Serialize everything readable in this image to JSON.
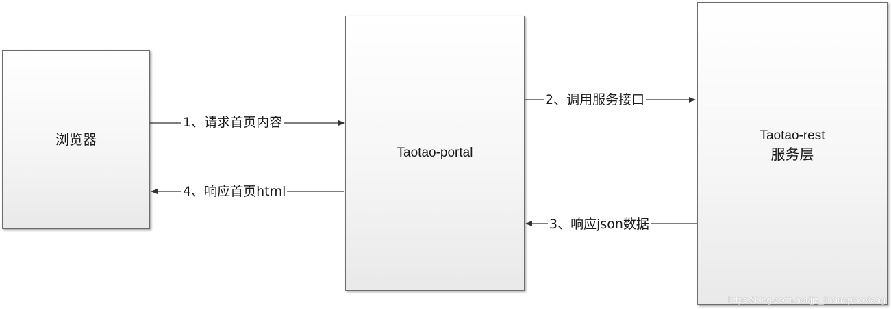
{
  "nodes": {
    "browser": {
      "label": "浏览器"
    },
    "portal": {
      "label": "Taotao-portal"
    },
    "rest": {
      "title": "Taotao-rest",
      "subtitle": "服务层"
    }
  },
  "edges": [
    {
      "id": "e1",
      "from": "browser",
      "to": "portal",
      "label": "1、请求首页内容"
    },
    {
      "id": "e2",
      "from": "portal",
      "to": "rest",
      "label": "2、调用服务接口"
    },
    {
      "id": "e3",
      "from": "rest",
      "to": "portal",
      "label": "3、响应json数据"
    },
    {
      "id": "e4",
      "from": "portal",
      "to": "browser",
      "label": "4、响应首页html"
    }
  ],
  "watermark": "https://blog.csdn.net/jjz_linhuapiaoxiang"
}
